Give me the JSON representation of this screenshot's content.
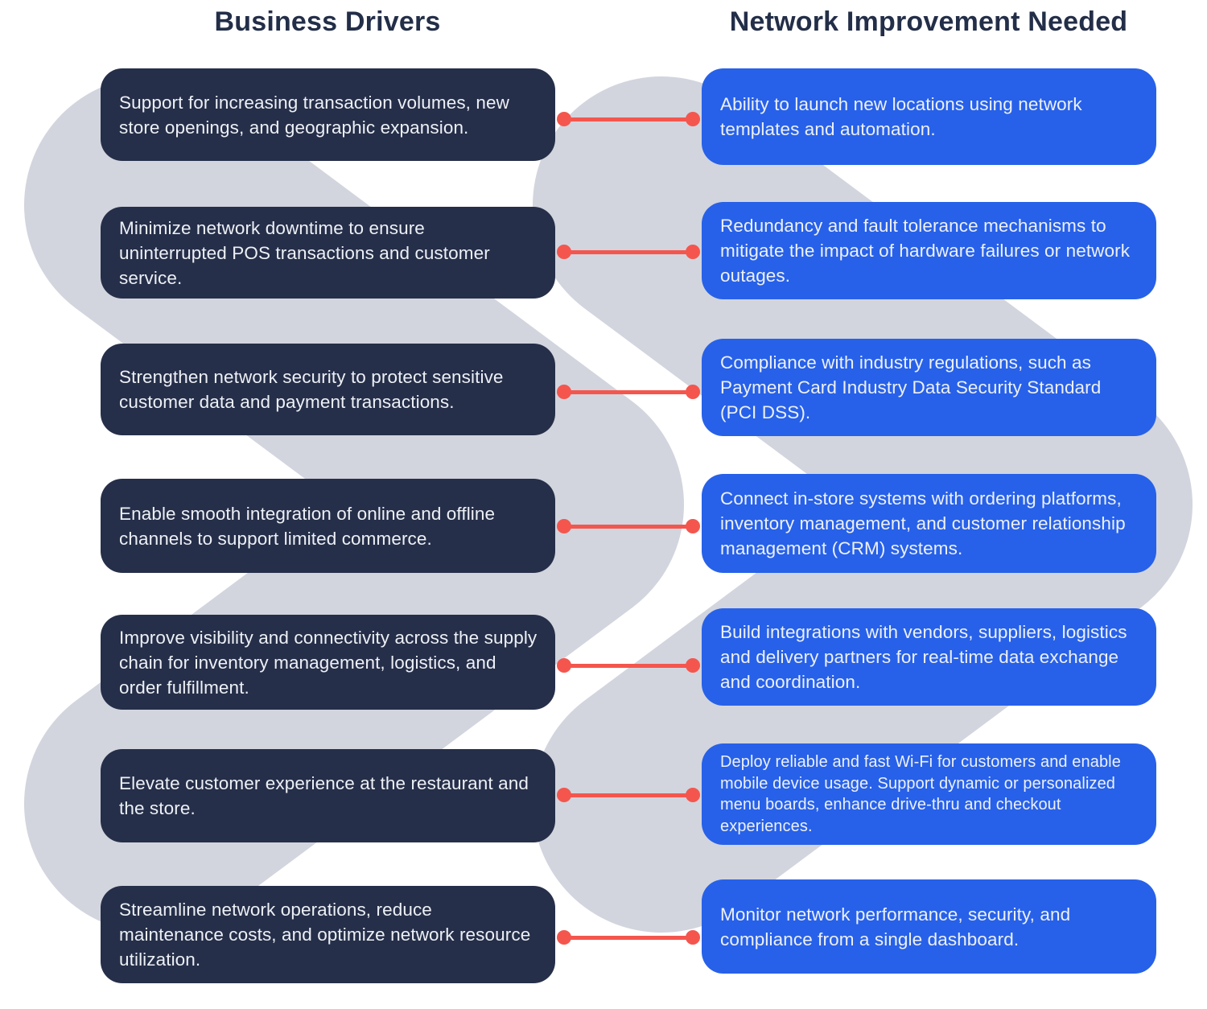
{
  "headers": {
    "left": "Business Drivers",
    "right": "Network Improvement Needed"
  },
  "rows": [
    {
      "driver": "Support for increasing transaction volumes, new store openings, and geographic expansion.",
      "improvement": "Ability to launch new locations using network templates and automation."
    },
    {
      "driver": "Minimize network downtime to ensure uninterrupted POS transactions and customer service.",
      "improvement": "Redundancy and fault tolerance mechanisms to mitigate the impact of hardware failures or network outages."
    },
    {
      "driver": "Strengthen network security to protect sensitive customer data and payment transactions.",
      "improvement": "Compliance with industry regulations, such as Payment Card Industry Data Security Standard (PCI DSS)."
    },
    {
      "driver": "Enable smooth integration of online and offline channels to support limited commerce.",
      "improvement": "Connect in-store systems with ordering platforms, inventory management, and customer relationship management (CRM) systems."
    },
    {
      "driver": "Improve visibility and connectivity across the supply chain for inventory management, logistics, and order fulfillment.",
      "improvement": "Build integrations with vendors, suppliers, logistics and delivery partners for real-time data exchange and coordination."
    },
    {
      "driver": "Elevate customer experience at the restaurant and the store.",
      "improvement": "Deploy reliable and fast Wi-Fi for customers and enable mobile device usage. Support dynamic or personalized menu boards, enhance drive-thru and checkout experiences."
    },
    {
      "driver": "Streamline network operations, reduce maintenance costs, and optimize network resource utilization.",
      "improvement": "Monitor network performance, security, and compliance from a single dashboard."
    }
  ],
  "colors": {
    "heading": "#232E48",
    "driver_card": "#262F49",
    "improvement_card": "#2761E9",
    "card_text": "#EDF0F6",
    "connector": "#F4564E",
    "chevron": "#D2D5DE"
  }
}
